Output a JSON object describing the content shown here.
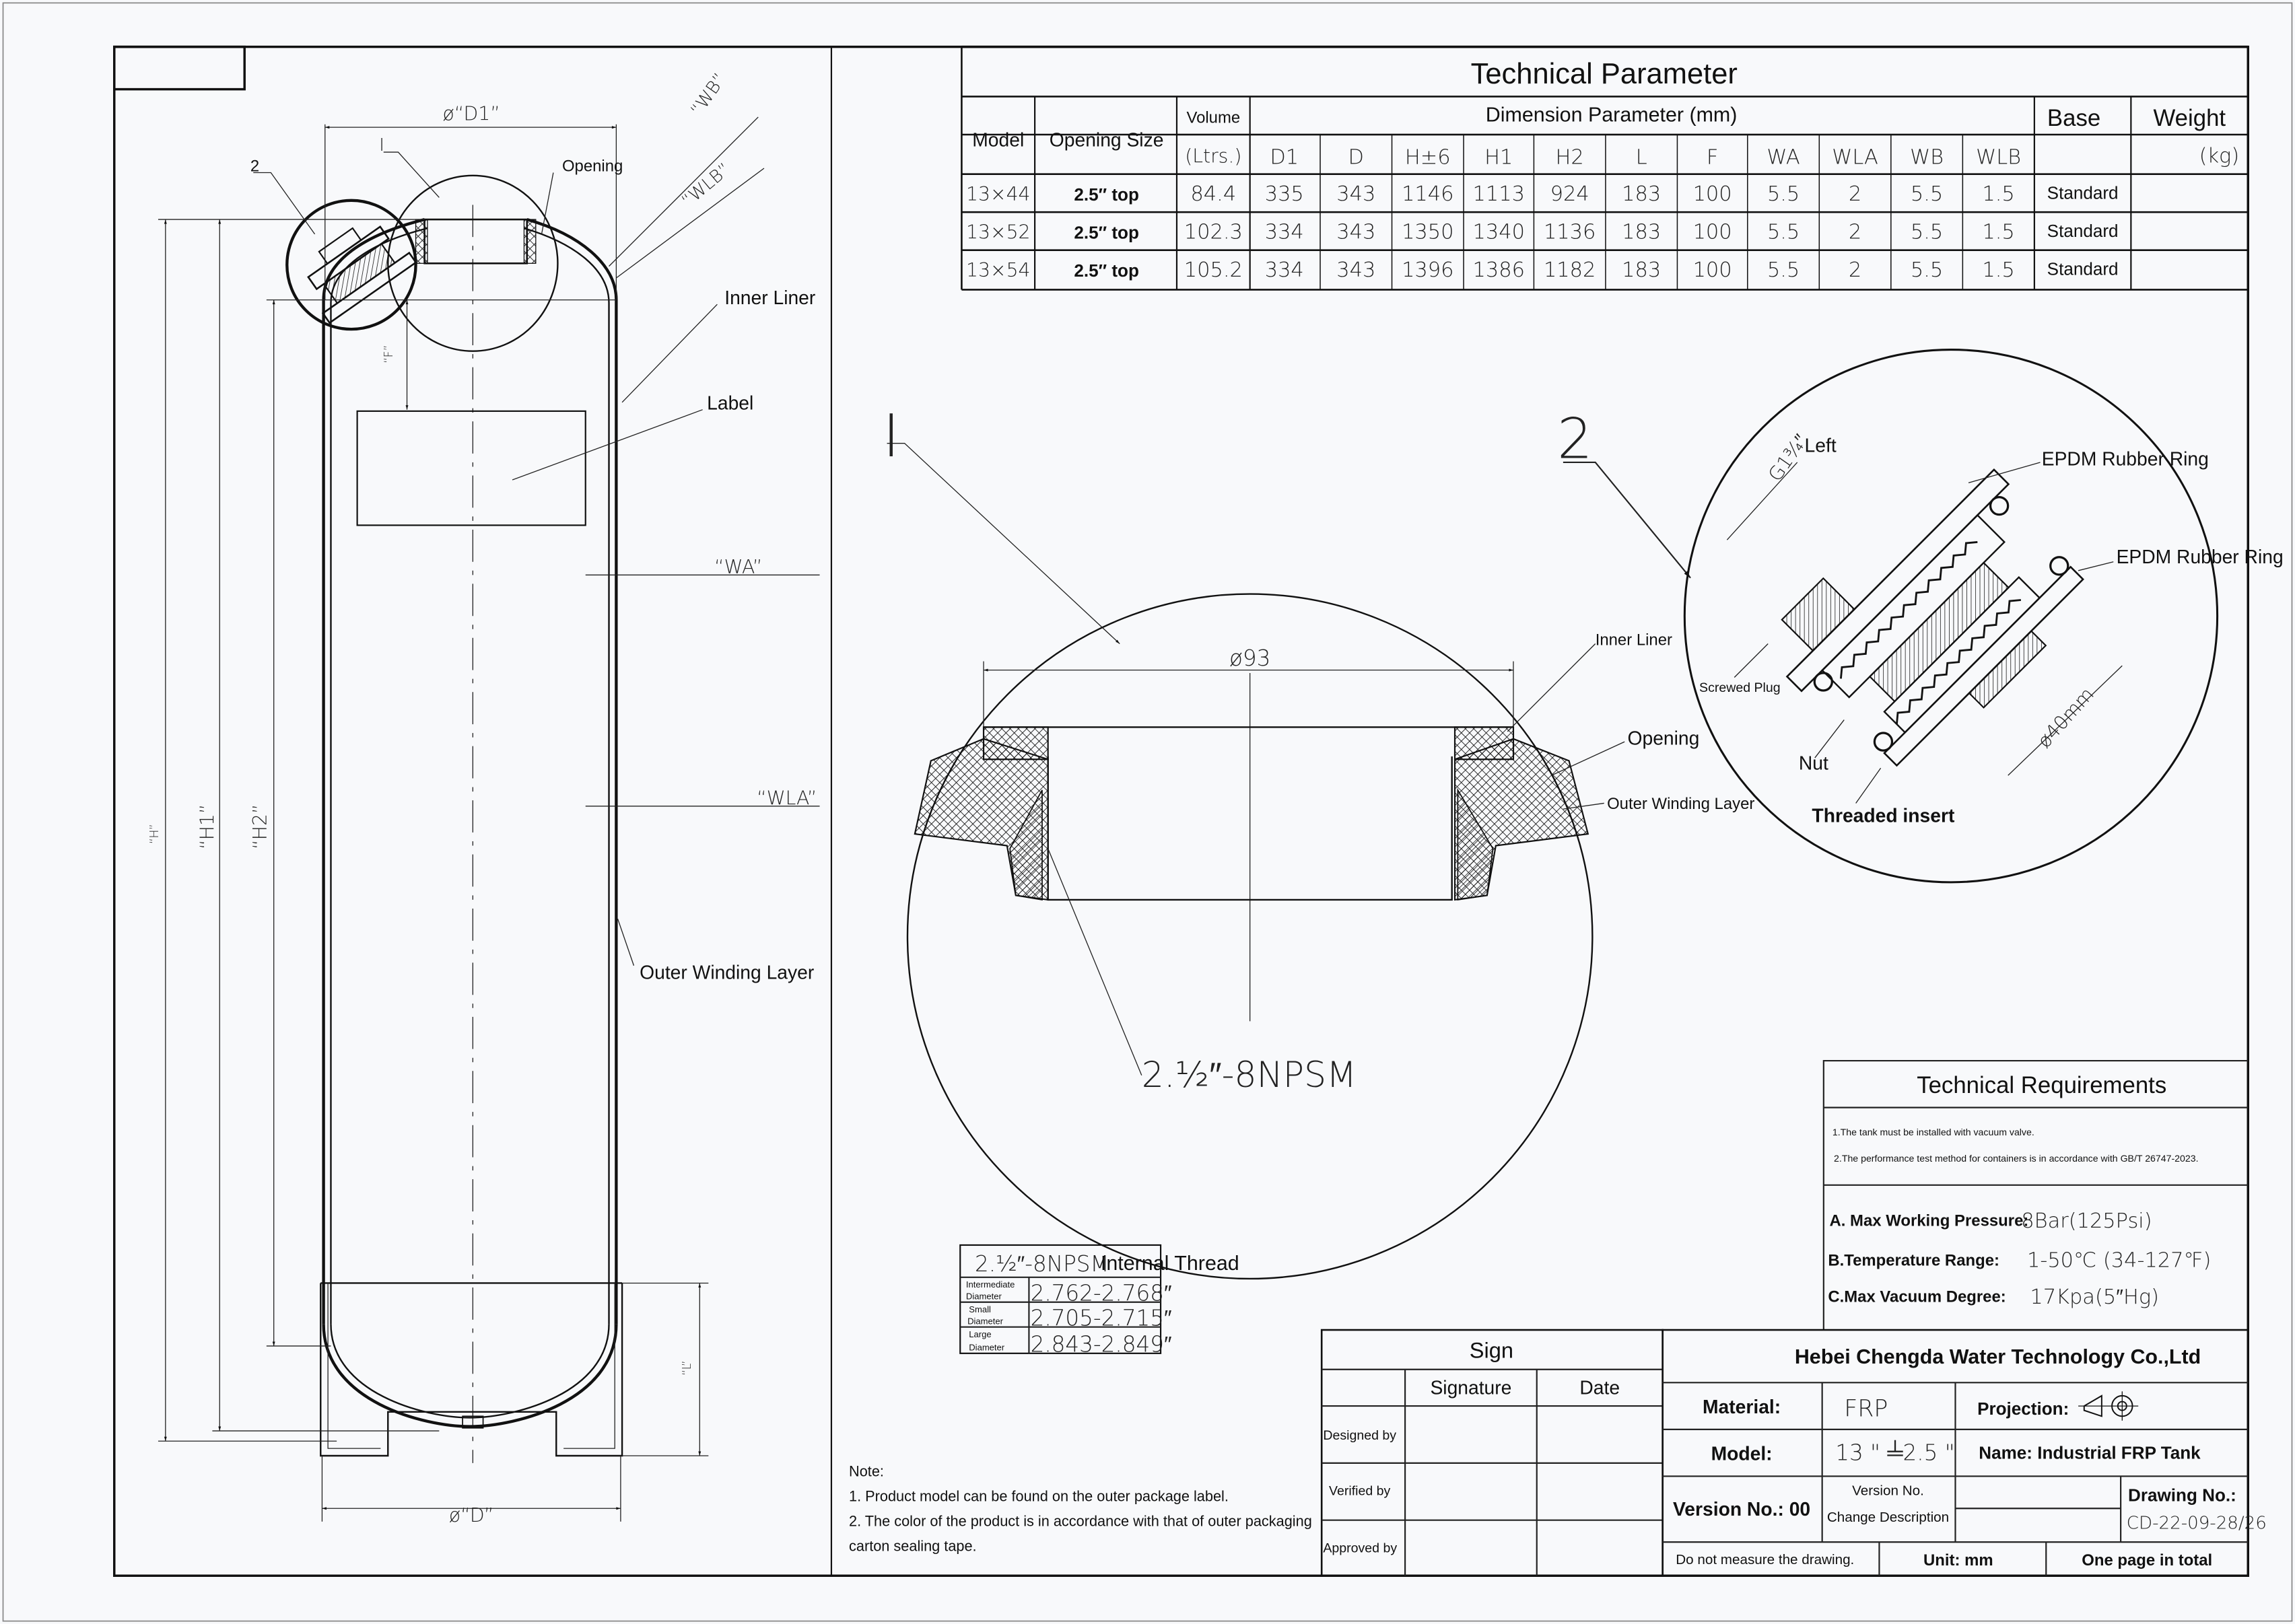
{
  "tech_param": {
    "title": "Technical Parameter",
    "headers": {
      "model": "Model",
      "opening": "Opening Size",
      "volume": "Volume",
      "volume_unit": "(Ltrs.)",
      "dimension": "Dimension Parameter (mm)",
      "base": "Base",
      "weight": "Weight",
      "weight_unit": "(kg)",
      "dims": [
        "D1",
        "D",
        "H±6",
        "H1",
        "H2",
        "L",
        "F",
        "WA",
        "WLA",
        "WB",
        "WLB"
      ]
    },
    "rows": [
      {
        "model": "13×44",
        "opening": "2.5″ top",
        "volume": "84.4",
        "dims": [
          "335",
          "343",
          "1146",
          "1113",
          "924",
          "183",
          "100",
          "5.5",
          "2",
          "5.5",
          "1.5"
        ],
        "base": "Standard"
      },
      {
        "model": "13×52",
        "opening": "2.5″ top",
        "volume": "102.3",
        "dims": [
          "334",
          "343",
          "1350",
          "1340",
          "1136",
          "183",
          "100",
          "5.5",
          "2",
          "5.5",
          "1.5"
        ],
        "base": "Standard"
      },
      {
        "model": "13×54",
        "opening": "2.5″ top",
        "volume": "105.2",
        "dims": [
          "334",
          "343",
          "1396",
          "1386",
          "1182",
          "183",
          "100",
          "5.5",
          "2",
          "5.5",
          "1.5"
        ],
        "base": "Standard"
      }
    ]
  },
  "tank_view": {
    "d1": "ø“D1”",
    "d": "ø“D”",
    "wb": "“WB”",
    "wlb": "“WLB”",
    "wa": "“WA”",
    "wla": "“WLA”",
    "h": "“H”",
    "h1": "“H1”",
    "h2": "“H2”",
    "f": "“F”",
    "l": "“L”",
    "marker_1": "I",
    "marker_2": "2",
    "opening": "Opening",
    "inner_liner": "Inner Liner",
    "label": "Label",
    "outer_winding": "Outer Winding Layer"
  },
  "detail_1": {
    "marker": "I",
    "bore": "ø93",
    "thread": "2.½″-8NPSM",
    "inner_liner": "Inner Liner",
    "opening": "Opening",
    "outer_winding": "Outer Winding Layer"
  },
  "detail_2": {
    "marker": "2",
    "g_thread": "G1¾″",
    "left": "Left",
    "epdm_1": "EPDM Rubber Ring",
    "epdm_2": "EPDM Rubber Ring",
    "screwed_plug": "Screwed Plug",
    "nut": "Nut",
    "threaded_insert": "Threaded insert",
    "diameter": "ø40mm"
  },
  "thread_table": {
    "title": "2.½″-8NPSM",
    "title_suffix": "Internal Thread",
    "rows": [
      {
        "label1": "Intermediate",
        "label2": "Diameter",
        "value": "2.762-2.768″"
      },
      {
        "label1": "Small",
        "label2": "Diameter",
        "value": "2.705-2.715″"
      },
      {
        "label1": "Large",
        "label2": "Diameter",
        "value": "2.843-2.849″"
      }
    ]
  },
  "notes": {
    "title": "Note:",
    "line1": "1. Product model can be found on the outer package label.",
    "line2": "2. The color of the product is in accordance with that of outer packaging",
    "line3": "carton sealing tape."
  },
  "tech_req": {
    "title": "Technical Requirements",
    "note1": "1.The tank must be installed with vacuum valve.",
    "note2": "2.The performance test method for containers is in accordance with GB/T 26747-2023.",
    "a_label": "A. Max Working Pressure:",
    "a_value": "8Bar(125Psi)",
    "b_label": "B.Temperature Range:",
    "b_value": "1-50℃ (34-127℉)",
    "c_label": "C.Max Vacuum Degree:",
    "c_value": "17Kpa(5″Hg)"
  },
  "sign": {
    "title": "Sign",
    "signature": "Signature",
    "date": "Date",
    "designed": "Designed by",
    "verified": "Verified by",
    "approved": "Approved by"
  },
  "title_block": {
    "company": "Hebei Chengda Water Technology Co.,Ltd",
    "material_label": "Material:",
    "material_value": "FRP",
    "projection_label": "Projection:",
    "model_label": "Model:",
    "model_value": "13 \" ╧2.5 \"",
    "name": "Name: Industrial FRP Tank",
    "version_label": "Version No.: 00",
    "version_no": "Version No.",
    "change_desc": "Change Description",
    "drawing_label": "Drawing No.:",
    "drawing_value": "CD-22-09-28/26",
    "no_measure": "Do not measure the drawing.",
    "unit": "Unit: mm",
    "pages": "One page in total"
  }
}
